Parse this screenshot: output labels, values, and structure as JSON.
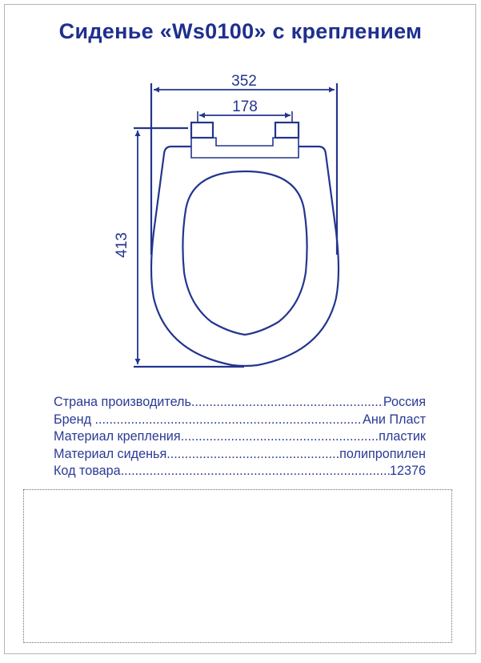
{
  "title": "Сиденье «Ws0100» с креплением",
  "drawing": {
    "line_color": "#23358f",
    "dimensions": {
      "overall_width": "352",
      "hinge_spacing": "178",
      "overall_length": "413"
    }
  },
  "specs": [
    {
      "key": "Страна производитель",
      "value": "Россия"
    },
    {
      "key": "Бренд ",
      "value": "Ани Пласт"
    },
    {
      "key": "Материал крепления",
      "value": "пластик"
    },
    {
      "key": "Материал сиденья",
      "value": "полипропилен"
    },
    {
      "key": "Код товара",
      "value": "12376"
    }
  ],
  "colors": {
    "title": "#1e2f8e",
    "text": "#2a3a94",
    "frame": "#b5b5b5"
  }
}
